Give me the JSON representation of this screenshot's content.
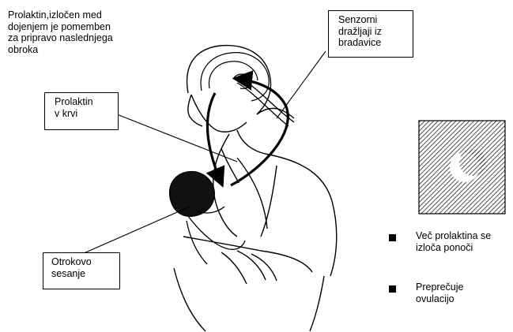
{
  "annotations": {
    "top_note": "Prolaktin,izločen med\ndojenjem je pomemben\nza pripravo naslednjega\nobroka",
    "sensory": "Senzorni\ndražljaji iz\nbradavice",
    "prolactin_blood": "Prolaktin\nv krvi",
    "suckling": "Otrokovo\nsesanje"
  },
  "night_panel": {
    "icon": "crescent-moon-icon",
    "background": "hatched",
    "bullets": [
      "Več prolaktina se\nizloča  ponoči",
      "Preprečuje\novulacijo"
    ]
  }
}
